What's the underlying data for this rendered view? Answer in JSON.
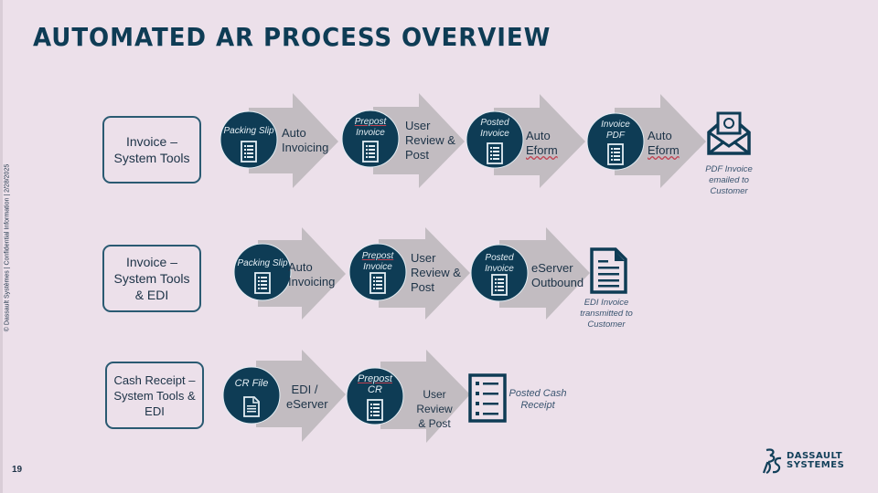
{
  "slide": {
    "title": "AUTOMATED AR PROCESS OVERVIEW",
    "side_info": "© Dassault Systèmes | Confidential Information | 2/28/2025",
    "page_number": "19",
    "logo": {
      "line1": "DASSAULT",
      "line2": "SYSTEMES",
      "icon": "3ds-logo-icon"
    }
  },
  "colors": {
    "background": "#ece0ea",
    "primary_navy": "#0e3c55",
    "arrow_gray": "#c2bcc1",
    "box_border": "#2a5a72"
  },
  "rows": [
    {
      "label_lines": [
        "Invoice –",
        "System Tools"
      ],
      "steps": [
        {
          "circle_lines": [
            "Packing Slip"
          ],
          "icon": "list-document-icon",
          "action_lines": [
            "Auto",
            "Invoicing"
          ]
        },
        {
          "circle_lines": [
            "Prepost",
            "Invoice"
          ],
          "icon": "list-document-icon",
          "action_lines": [
            "User",
            "Review &",
            "Post"
          ]
        },
        {
          "circle_lines": [
            "Posted",
            "Invoice"
          ],
          "icon": "list-document-icon",
          "action_lines": [
            "Auto",
            "Eform"
          ]
        },
        {
          "circle_lines": [
            "Invoice",
            "PDF"
          ],
          "icon": "list-document-icon",
          "action_lines": [
            "Auto",
            "Eform"
          ]
        }
      ],
      "output": {
        "icon": "email-envelope-icon",
        "lines": [
          "PDF Invoice",
          "emailed to",
          "Customer"
        ]
      }
    },
    {
      "label_lines": [
        "Invoice –",
        "System Tools",
        "& EDI"
      ],
      "steps": [
        {
          "circle_lines": [
            "Packing Slip"
          ],
          "icon": "list-document-icon",
          "action_lines": [
            "Auto",
            "Invoicing"
          ]
        },
        {
          "circle_lines": [
            "Prepost",
            "Invoice"
          ],
          "icon": "list-document-icon",
          "action_lines": [
            "User",
            "Review &",
            "Post"
          ]
        },
        {
          "circle_lines": [
            "Posted",
            "Invoice"
          ],
          "icon": "list-document-icon",
          "action_lines": [
            "eServer",
            "Outbound"
          ]
        }
      ],
      "output": {
        "icon": "text-document-icon",
        "lines": [
          "EDI Invoice",
          "transmitted to",
          "Customer"
        ]
      }
    },
    {
      "label_lines": [
        "Cash Receipt –",
        "System Tools &",
        "EDI"
      ],
      "steps": [
        {
          "circle_lines": [
            "CR File"
          ],
          "icon": "file-icon",
          "action_lines": [
            "EDI /",
            "eServer"
          ]
        },
        {
          "circle_lines": [
            "Prepost",
            "CR"
          ],
          "icon": "list-document-icon",
          "action_lines": [
            "User Review",
            "& Post"
          ]
        }
      ],
      "output": {
        "icon": "checklist-icon",
        "lines": [
          "Posted Cash",
          "Receipt"
        ]
      }
    }
  ]
}
